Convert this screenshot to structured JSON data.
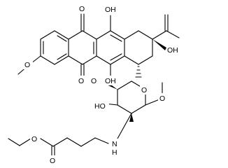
{
  "diagram_type": "skeletal chemical structure",
  "bond_color": "#000000",
  "background_color": "#ffffff",
  "atom_labels": {
    "ketone_o_top": "O",
    "oh_phenol_top": "OH",
    "oh_tertiary": "OH",
    "ketone_o_mid": "O",
    "o_phenol_mid": "O",
    "oh_phenol_bottom": "OH",
    "o_methoxy": "O",
    "o_glycoside": "O",
    "o_ring": "O",
    "ho_sugar": "HO",
    "o_ester_carbonyl": "O",
    "o_ester": "O",
    "nh_amine": "N",
    "h_amine": "H"
  }
}
